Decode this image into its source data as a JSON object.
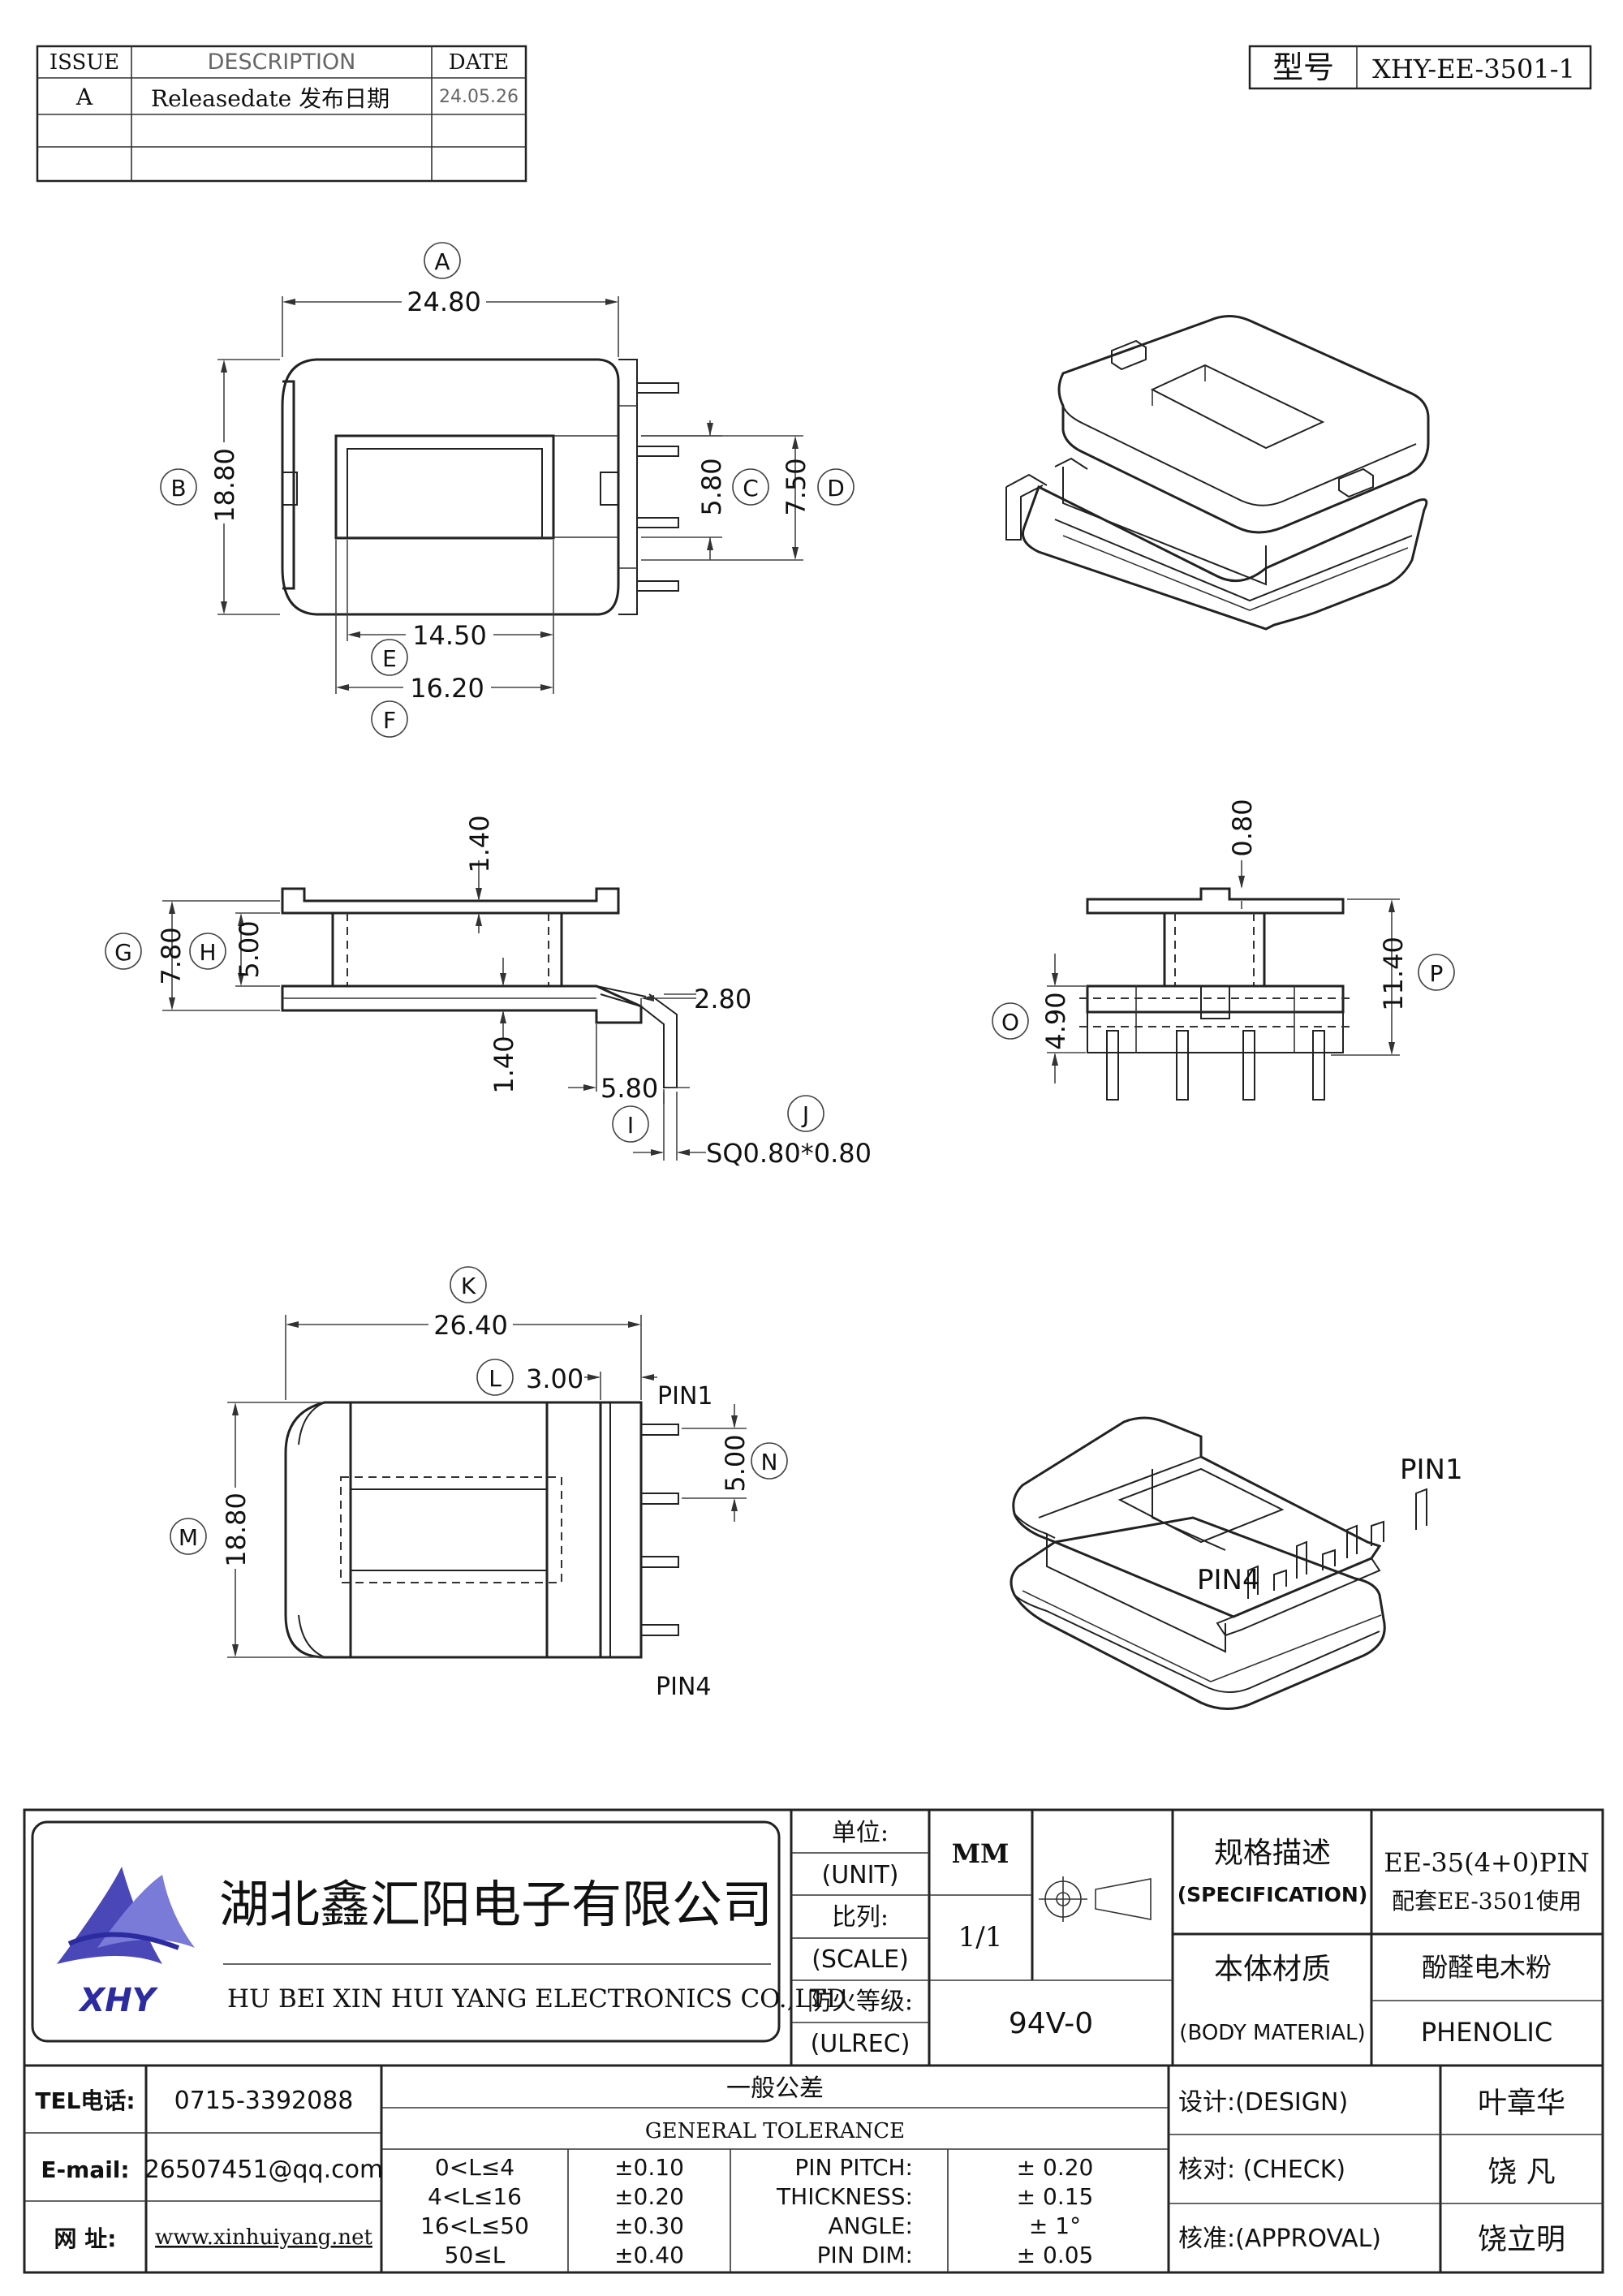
{
  "revision_table": {
    "headers": [
      "ISSUE",
      "DESCRIPTION",
      "DATE"
    ],
    "rows": [
      {
        "issue": "A",
        "description": "Releasedate 发布日期",
        "date": "24.05.26"
      },
      {
        "issue": "",
        "description": "",
        "date": ""
      },
      {
        "issue": "",
        "description": "",
        "date": ""
      }
    ]
  },
  "model": {
    "label": "型号",
    "value": "XHY-EE-3501-1"
  },
  "dims": {
    "A": {
      "letter": "A",
      "value": "24.80"
    },
    "B": {
      "letter": "B",
      "value": "18.80"
    },
    "C": {
      "letter": "C",
      "value": "5.80"
    },
    "D": {
      "letter": "D",
      "value": "7.50"
    },
    "E": {
      "letter": "E",
      "value": "14.50"
    },
    "F": {
      "letter": "F",
      "value": "16.20"
    },
    "G": {
      "letter": "G",
      "value": "7.80"
    },
    "H": {
      "letter": "H",
      "value": "5.00"
    },
    "I": {
      "letter": "I",
      "value": "5.80"
    },
    "J": {
      "letter": "J",
      "value": "SQ0.80*0.80"
    },
    "K": {
      "letter": "K",
      "value": "26.40"
    },
    "L": {
      "letter": "L",
      "value": "3.00"
    },
    "M": {
      "letter": "M",
      "value": "18.80"
    },
    "N": {
      "letter": "N",
      "value": "5.00"
    },
    "O": {
      "letter": "O",
      "value": "4.90"
    },
    "P": {
      "letter": "P",
      "value": "11.40"
    },
    "side_flange_top": "1.40",
    "side_flange_bottom": "1.40",
    "side_pin_offset": "2.80",
    "end_tab": "0.80"
  },
  "pins": {
    "pin1": "PIN1",
    "pin4": "PIN4"
  },
  "title_block": {
    "company_cn": "湖北鑫汇阳电子有限公司",
    "company_en": "HU BEI XIN HUI YANG ELECTRONICS CO.,LTD",
    "logo_text": "XHY",
    "unit_label_cn": "单位:",
    "unit_label_en": "(UNIT)",
    "unit_value": "MM",
    "scale_label_cn": "比列:",
    "scale_label_en": "(SCALE)",
    "scale_value": "1/1",
    "fire_label_cn": "防火等级:",
    "fire_label_en": "(ULREC)",
    "fire_value": "94V-0",
    "spec_label_cn": "规格描述",
    "spec_label_en": "(SPECIFICATION)",
    "spec_value_1": "EE-35(4+0)PIN",
    "spec_value_2": "配套EE-3501使用",
    "material_label_cn": "本体材质",
    "material_label_en": "(BODY MATERIAL)",
    "material_value_cn": "酚醛电木粉",
    "material_value_en": "PHENOLIC",
    "tel_label": "TEL电话:",
    "tel_value": "0715-3392088",
    "email_label": "E-mail:",
    "email_value": "26507451@qq.com",
    "web_label": "网  址:",
    "web_value": "www.xinhuiyang.net",
    "tolerance_title_cn": "一般公差",
    "tolerance_title_en": "GENERAL TOLERANCE",
    "tolerance_ranges": [
      {
        "range": "0<L≤4",
        "tol": "±0.10"
      },
      {
        "range": "4<L≤16",
        "tol": "±0.20"
      },
      {
        "range": "16<L≤50",
        "tol": "±0.30"
      },
      {
        "range": "50≤L",
        "tol": "±0.40"
      }
    ],
    "tolerance_items": [
      {
        "name": "PIN PITCH:",
        "tol": "± 0.20"
      },
      {
        "name": "THICKNESS:",
        "tol": "± 0.15"
      },
      {
        "name": "ANGLE:",
        "tol": "± 1°"
      },
      {
        "name": "PIN DIM:",
        "tol": "± 0.05"
      }
    ],
    "design_label": "设计:(DESIGN)",
    "design_value": "叶章华",
    "check_label": "核对: (CHECK)",
    "check_value": "饶  凡",
    "approval_label": "核准:(APPROVAL)",
    "approval_value": "饶立明"
  }
}
